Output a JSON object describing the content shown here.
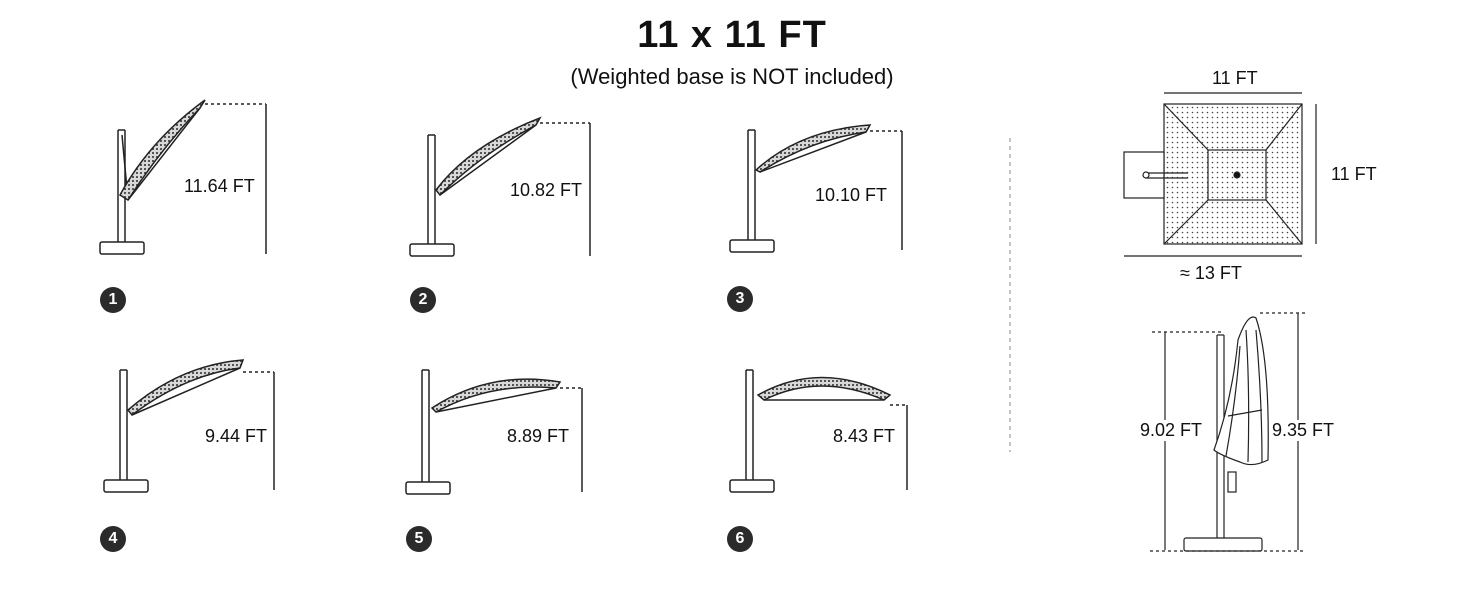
{
  "title": "11 x 11 FT",
  "subtitle": "(Weighted base is NOT included)",
  "positions": [
    {
      "number": "1",
      "height": "11.64 FT"
    },
    {
      "number": "2",
      "height": "10.82 FT"
    },
    {
      "number": "3",
      "height": "10.10 FT"
    },
    {
      "number": "4",
      "height": "9.44 FT"
    },
    {
      "number": "5",
      "height": "8.89 FT"
    },
    {
      "number": "6",
      "height": "8.43 FT"
    }
  ],
  "top_view": {
    "canopy_width": "11 FT",
    "canopy_depth": "11 FT",
    "total_width": "≈ 13 FT"
  },
  "side_view": {
    "pole_height": "9.02 FT",
    "closed_height": "9.35 FT"
  },
  "colors": {
    "line": "#222222",
    "badge": "#2b2b2b",
    "canopy_fill": "#9a9a9a"
  }
}
